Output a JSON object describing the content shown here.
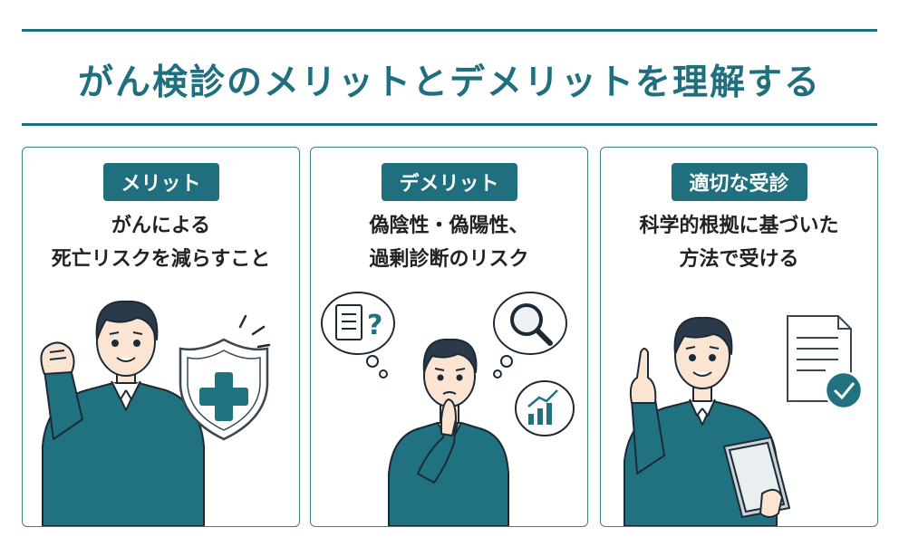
{
  "title": "がん検診のメリットとデメリットを理解する",
  "colors": {
    "accent": "#1f6f7e",
    "sweater": "#217280",
    "hair": "#2b3a48",
    "skin": "#fbe4d2"
  },
  "cards": [
    {
      "badge": "メリット",
      "lines": [
        "がんによる",
        "死亡リスクを減らすこと"
      ],
      "icons": [
        "person-fist-icon",
        "shield-cross-icon"
      ]
    },
    {
      "badge": "デメリット",
      "lines": [
        "偽陰性・偽陽性、",
        "過剰診断のリスク"
      ],
      "icons": [
        "person-thinking-icon",
        "checklist-question-icon",
        "magnifier-icon",
        "rising-chart-icon"
      ]
    },
    {
      "badge": "適切な受診",
      "lines": [
        "科学的根拠に基づいた",
        "方法で受ける"
      ],
      "icons": [
        "person-pointing-icon",
        "document-check-icon",
        "tablet-icon"
      ]
    }
  ]
}
